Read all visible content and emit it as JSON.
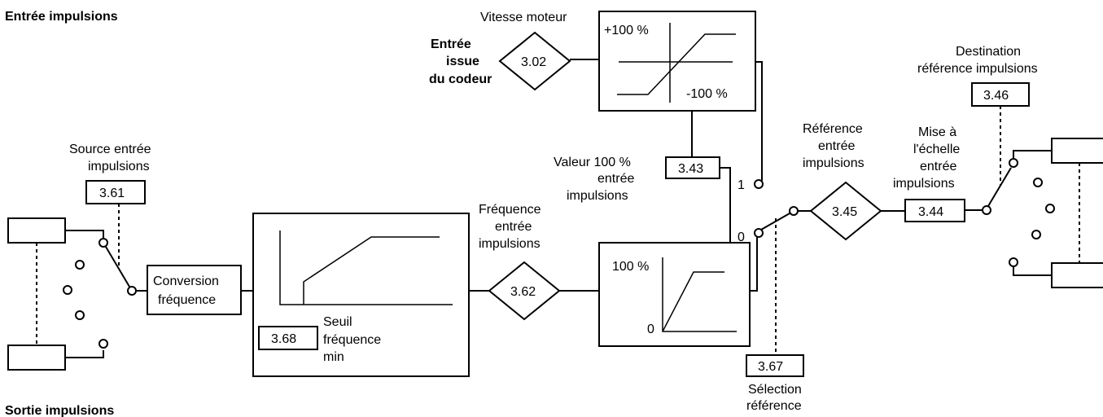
{
  "headings": {
    "input": "Entrée impulsions",
    "output": "Sortie impulsions"
  },
  "params": {
    "p302": "3.02",
    "p343": "3.43",
    "p345": "3.45",
    "p346": "3.46",
    "p361": "3.61",
    "p344": "3.44",
    "p362": "3.62",
    "p368": "3.68",
    "p367": "3.67"
  },
  "labels": {
    "vitesse_moteur": "Vitesse moteur",
    "encoder_1": "Entrée",
    "encoder_2": "issue",
    "encoder_3": "du codeur",
    "plus100": "+100 %",
    "minus100": "-100 %",
    "dest_1": "Destination",
    "dest_2": "référence impulsions",
    "ref_1": "Référence",
    "ref_2": "entrée",
    "ref_3": "impulsions",
    "scale_1": "Mise à",
    "scale_2": "l'échelle",
    "scale_3": "entrée",
    "scale_4": "impulsions",
    "src_1": "Source entrée",
    "src_2": "impulsions",
    "val100_1": "Valeur 100 %",
    "val100_2": "entrée",
    "val100_3": "impulsions",
    "sw_1": "1",
    "sw_0": "0",
    "freq_1": "Fréquence",
    "freq_2": "entrée",
    "freq_3": "impulsions",
    "conv_1": "Conversion",
    "conv_2": "fréquence",
    "pct100": "100 %",
    "zero": "0",
    "seuil_1": "Seuil",
    "seuil_2": "fréquence",
    "seuil_3": "min",
    "sel_1": "Sélection",
    "sel_2": "référence"
  }
}
